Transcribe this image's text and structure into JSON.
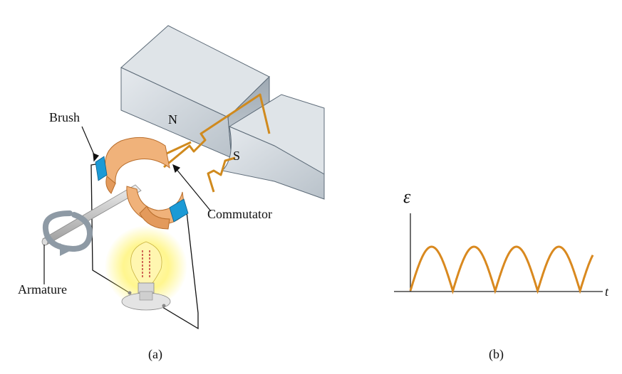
{
  "labels": {
    "brush": "Brush",
    "north": "N",
    "south": "S",
    "commutator": "Commutator",
    "armature": "Armature",
    "caption_a": "(a)",
    "caption_b": "(b)",
    "emf_symbol": "ε",
    "time_axis": "t"
  },
  "colors": {
    "wire": "#d08a1e",
    "magnet": "#c8cfd6",
    "magnet_edge": "#5d6b78",
    "commutator": "#f0b27a",
    "brush": "#1b9ad6",
    "bulb_glow": "#fff36a",
    "curve": "#d9891f",
    "axis": "#222222"
  },
  "icons": [
    "rotation-arrow-icon",
    "light-bulb-icon"
  ],
  "chart_data": {
    "type": "line",
    "title": "",
    "xlabel": "t",
    "ylabel": "ε",
    "grid": false,
    "description": "rectified sinusoid |sin|: four full half-cycle humps, fifth hump starting at right edge",
    "series": [
      {
        "name": "",
        "shape": "rectified-sine",
        "humps": 4.3
      }
    ]
  }
}
